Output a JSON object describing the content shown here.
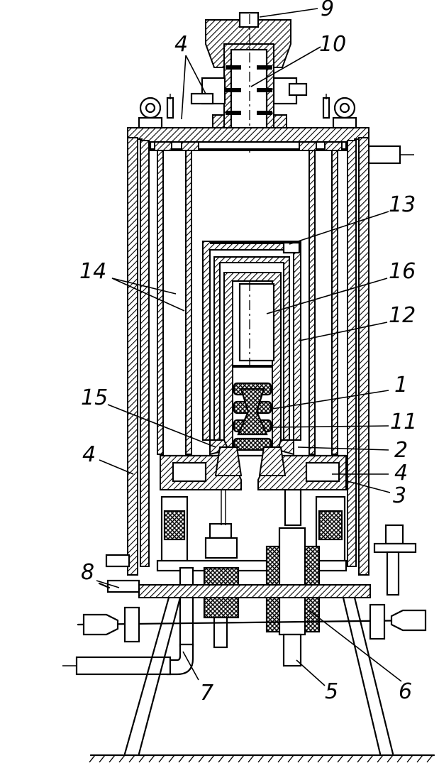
{
  "figure": {
    "callouts": [
      {
        "id": "c9",
        "text": "9"
      },
      {
        "id": "c10",
        "text": "10"
      },
      {
        "id": "c4a",
        "text": "4"
      },
      {
        "id": "c13",
        "text": "13"
      },
      {
        "id": "c14",
        "text": "14"
      },
      {
        "id": "c16",
        "text": "16"
      },
      {
        "id": "c12",
        "text": "12"
      },
      {
        "id": "c1",
        "text": "1"
      },
      {
        "id": "c15",
        "text": "15"
      },
      {
        "id": "c11",
        "text": "11"
      },
      {
        "id": "c4b",
        "text": "4"
      },
      {
        "id": "c2",
        "text": "2"
      },
      {
        "id": "c4c",
        "text": "4"
      },
      {
        "id": "c3",
        "text": "3"
      },
      {
        "id": "c8",
        "text": "8"
      },
      {
        "id": "c7",
        "text": "7"
      },
      {
        "id": "c5",
        "text": "5"
      },
      {
        "id": "c6",
        "text": "6"
      }
    ]
  }
}
